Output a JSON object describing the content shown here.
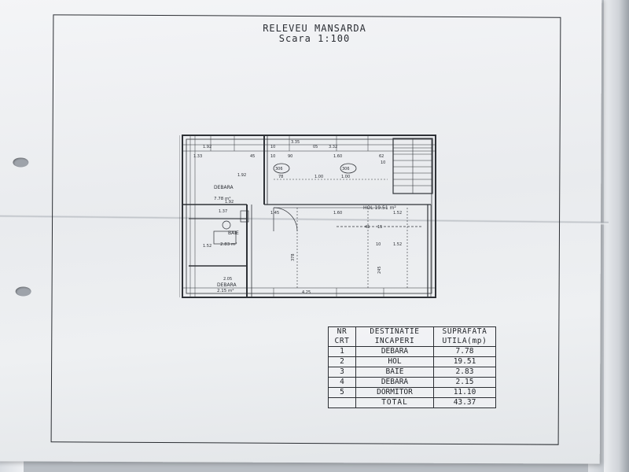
{
  "title": "RELEVEU MANSARDA",
  "scale": "Scara 1:100",
  "plan": {
    "labels": {
      "debara_top": "DEBARA",
      "debara_top_area": "7.78 m²",
      "hol": "HOL 19.51 m²",
      "baie": "BAIE",
      "baie_area": "2.83 m²",
      "debara_bottom": "DEBARA",
      "debara_bottom_area": "2.15 m²",
      "room_306_a": "306",
      "room_306_b": "306"
    },
    "dims": {
      "d_192_top": "1.92",
      "d_133": "1.33",
      "d_045": "45",
      "d_10a": "10",
      "d_335": "3.35",
      "d_05": "05",
      "d_332": "3.32",
      "d_10b": "10",
      "d_90": "90",
      "d_160a": "1.60",
      "d_62": "62",
      "d_192b": "1.92",
      "d_10c": "10",
      "d_78": "78",
      "d_100": "1.00",
      "d_100b": "1.00",
      "d_137": "1.37",
      "d_192c": "1.92",
      "d_145": "1.45",
      "d_160b": "1.60",
      "d_152a": "1.52",
      "d_152b": "1.52",
      "d_152c": "1.52",
      "d_10d": "10",
      "d_205": "2.05",
      "d_425": "4.25",
      "d_378": "378",
      "d_245": "245",
      "d_45b": "45",
      "d_15": "15"
    }
  },
  "table": {
    "headers": {
      "nr": "NR",
      "crt": "CRT",
      "dest1": "DESTINATIE",
      "dest2": "INCAPERI",
      "sup1": "SUPRAFATA",
      "sup2": "UTILA(mp)"
    },
    "rows": [
      {
        "nr": "1",
        "dest": "DEBARA",
        "sup": "7.78"
      },
      {
        "nr": "2",
        "dest": "HOL",
        "sup": "19.51"
      },
      {
        "nr": "3",
        "dest": "BAIE",
        "sup": "2.83"
      },
      {
        "nr": "4",
        "dest": "DEBARA",
        "sup": "2.15"
      },
      {
        "nr": "5",
        "dest": "DORMITOR",
        "sup": "11.10"
      }
    ],
    "total_label": "TOTAL",
    "total_value": "43.37"
  }
}
